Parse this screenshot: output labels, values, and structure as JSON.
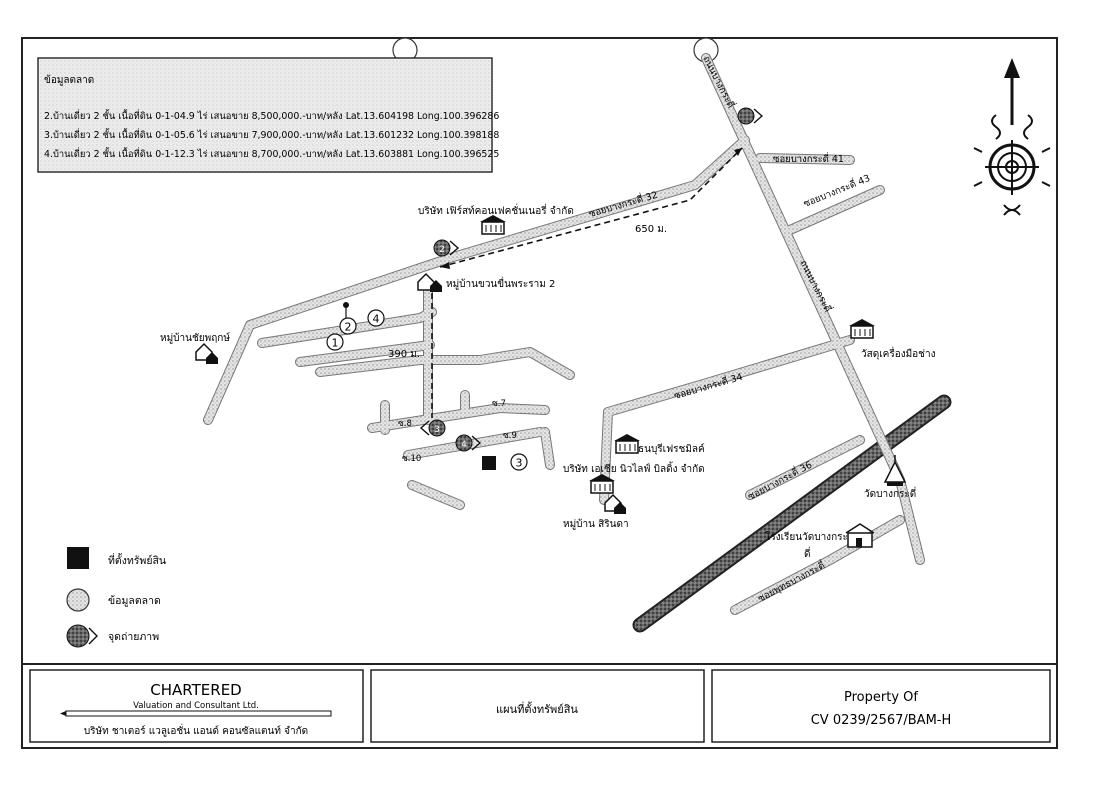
{
  "market_data_box": {
    "header": "ข้อมูลตลาด",
    "rows": [
      "2.บ้านเดี่ยว 2 ชั้น เนื้อที่ดิน 0-1-04.9 ไร่ เสนอขาย 8,500,000.-บาท/หลัง Lat.13.604198 Long.100.396286",
      "3.บ้านเดี่ยว 2 ชั้น เนื้อที่ดิน 0-1-05.6 ไร่ เสนอขาย 7,900,000.-บาท/หลัง Lat.13.601232 Long.100.398188",
      "4.บ้านเดี่ยว 2 ชั้น เนื้อที่ดิน 0-1-12.3 ไร่ เสนอขาย 8,700,000.-บาท/หลัง Lat.13.603881 Long.100.396525"
    ]
  },
  "roads": {
    "main": "ถนนบางกระดี่",
    "main_top": "ถนนบางกระดี่",
    "soi_41": "ซอยบางกระดี่ 41",
    "soi_43": "ซอยบางกระดี่ 43",
    "soi_32": "ซอยบางกระดี่ 32",
    "soi_34": "ซอยบางกระดี่ 34",
    "soi_36": "ซอยบางกระดี่ 36",
    "soi_south": "ซอยพุทธบางกระดี่",
    "lane_7": "ซ.7",
    "lane_8": "ซ.8",
    "lane_9": "ซ.9",
    "lane_10": "ซ.10"
  },
  "distances": {
    "d1": "650 ม.",
    "d2": "390 ม."
  },
  "places": {
    "first_concept": "บริษัท เฟิร์สท์คอนเฟคชั่นเนอรี่ จำกัด",
    "village_khuan": "หมู่บ้านขวนขื่นพระราม 2",
    "village_chaiyaphruek": "หมู่บ้านชัยพฤกษ์",
    "wat_tools": "วัสดุเครื่องมือช่าง",
    "thonburi": "ธนบุรีเฟรชมิลค์",
    "asia_new_life": "บริษัท เอเชีย นิวไลฟ์ บิลดิ้ง จำกัด",
    "village_sirinda": "หมู่บ้าน สิรินดา",
    "wat_bangkradi": "วัดบางกระดี่",
    "school_line1": "โรงเรียนวัดบางกระ",
    "school_line2": "ดี่"
  },
  "markers": {
    "m1": "1",
    "m2": "2",
    "m3": "3",
    "m4": "4",
    "photo2": "2",
    "photo3": "3",
    "photo4": "4"
  },
  "legend": {
    "property": "ที่ตั้งทรัพย์สิน",
    "market": "ข้อมูลตลาด",
    "photo": "จุดถ่ายภาพ"
  },
  "footer": {
    "company_name": "CHARTERED",
    "company_sub": "Valuation and Consultant Ltd.",
    "company_thai": "บริษัท ชาเตอร์ แวลูเอชั่น แอนด์ คอนซัลแตนท์ จำกัด",
    "map_title": "แผนที่ตั้งทรัพย์สิน",
    "property_of": "Property  Of",
    "ref_code": "CV 0239/2567/BAM-H"
  },
  "colors": {
    "road_gray": "#c8c8c8",
    "canal_dark": "#555555",
    "frame": "#222222"
  }
}
